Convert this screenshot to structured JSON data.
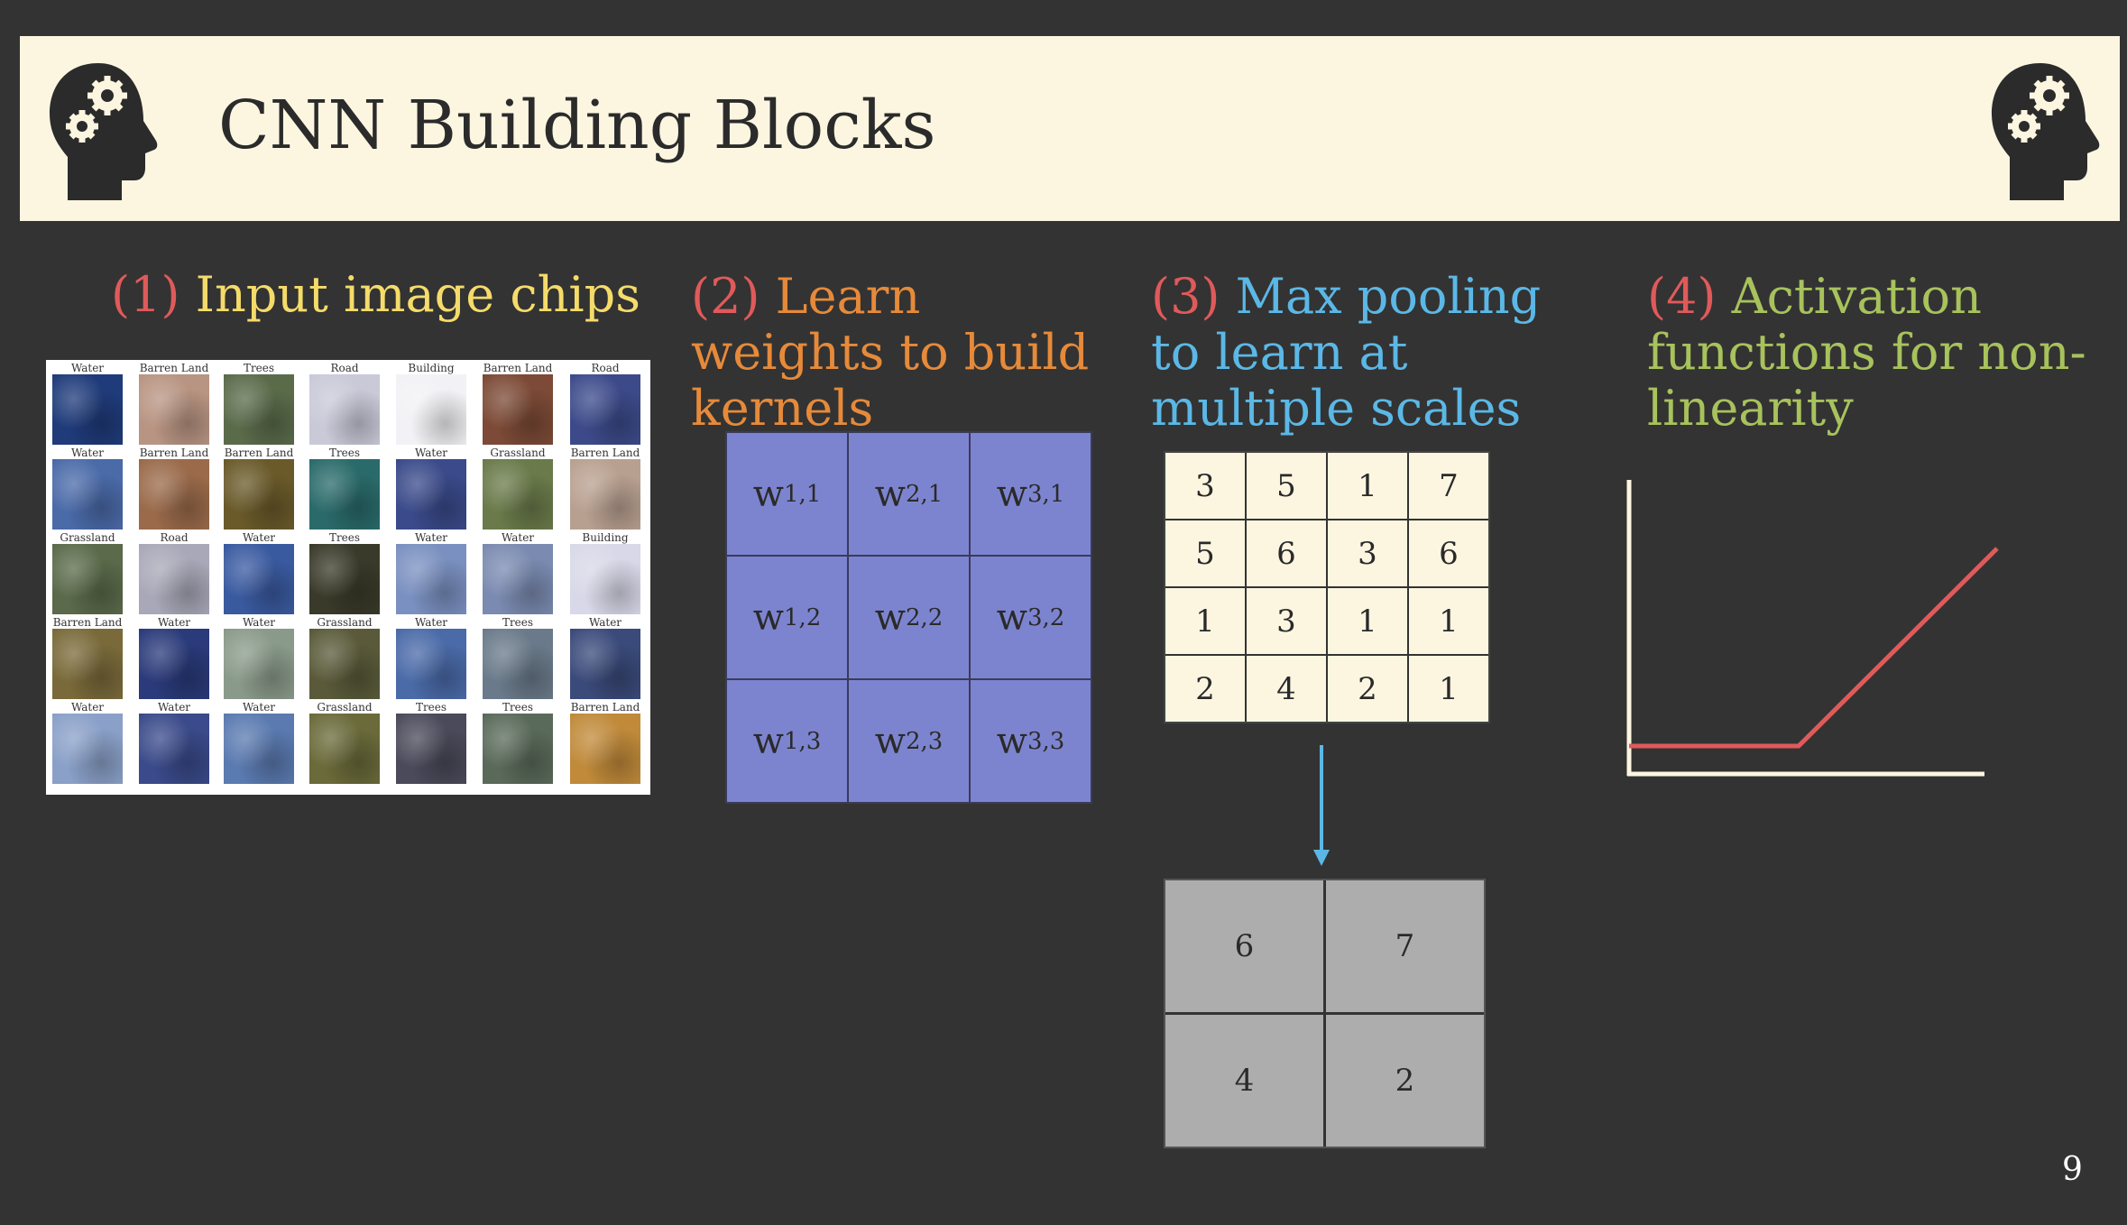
{
  "title": "CNN Building Blocks",
  "sections": [
    {
      "num": "(1)",
      "text": "Input image chips"
    },
    {
      "num": "(2)",
      "text": "Learn weights to build kernels"
    },
    {
      "num": "(3)",
      "text": "Max pooling to learn at multiple scales"
    },
    {
      "num": "(4)",
      "text": "Activation functions for non-linearity"
    }
  ],
  "chips": {
    "labels": [
      [
        "Water",
        "Barren Land",
        "Trees",
        "Road",
        "Building",
        "Barren Land",
        "Road"
      ],
      [
        "Water",
        "Barren Land",
        "Barren Land",
        "Trees",
        "Water",
        "Grassland",
        "Barren Land"
      ],
      [
        "Grassland",
        "Road",
        "Water",
        "Trees",
        "Water",
        "Water",
        "Building"
      ],
      [
        "Barren Land",
        "Water",
        "Water",
        "Grassland",
        "Water",
        "Trees",
        "Water"
      ],
      [
        "Water",
        "Water",
        "Water",
        "Grassland",
        "Trees",
        "Trees",
        "Barren Land"
      ]
    ],
    "colors": [
      [
        "#1f3b7a",
        "#b89482",
        "#5a6b4a",
        "#c9c9d8",
        "#f2f2f6",
        "#7c4a36",
        "#3c4a8a"
      ],
      [
        "#4a6aa8",
        "#9a6a4a",
        "#6a5a2a",
        "#2a6a6a",
        "#3a4a8a",
        "#6a7a4a",
        "#b8a090"
      ],
      [
        "#5a6a4a",
        "#a8a8b8",
        "#3a5aa0",
        "#3a3a2a",
        "#7a90c0",
        "#7a8ab0",
        "#d8d8e8"
      ],
      [
        "#7a6a3a",
        "#2a3a7a",
        "#8a9a8a",
        "#5a5a3a",
        "#4a6aa8",
        "#6a7a8a",
        "#3a4a7a"
      ],
      [
        "#8aa0c8",
        "#3a4a8a",
        "#5a7ab0",
        "#6a6a3a",
        "#4a4a5a",
        "#5a6a5a",
        "#c08a3a"
      ]
    ]
  },
  "kernel": [
    [
      {
        "b": "w",
        "s": "1,1"
      },
      {
        "b": "w",
        "s": "2,1"
      },
      {
        "b": "w",
        "s": "3,1"
      }
    ],
    [
      {
        "b": "w",
        "s": "1,2"
      },
      {
        "b": "w",
        "s": "2,2"
      },
      {
        "b": "w",
        "s": "3,2"
      }
    ],
    [
      {
        "b": "w",
        "s": "1,3"
      },
      {
        "b": "w",
        "s": "2,3"
      },
      {
        "b": "w",
        "s": "3,3"
      }
    ]
  ],
  "pool_input": [
    [
      "3",
      "5",
      "1",
      "7"
    ],
    [
      "5",
      "6",
      "3",
      "6"
    ],
    [
      "1",
      "3",
      "1",
      "1"
    ],
    [
      "2",
      "4",
      "2",
      "1"
    ]
  ],
  "pool_output": [
    [
      "6",
      "7"
    ],
    [
      "4",
      "2"
    ]
  ],
  "colors": {
    "background": "#333333",
    "header_bg": "#fcf6e1",
    "number_red": "#e05a5a",
    "s1": "#f5dc6a",
    "s2": "#e68a3a",
    "s3": "#5bb8e6",
    "s4": "#a8c25c",
    "kernel": "#7d84cf",
    "relu_line": "#e05a5a",
    "axes": "#fcf6e1",
    "arrow": "#5bb8e6"
  },
  "icons": [
    "head-gears-icon"
  ],
  "page_number": "9"
}
